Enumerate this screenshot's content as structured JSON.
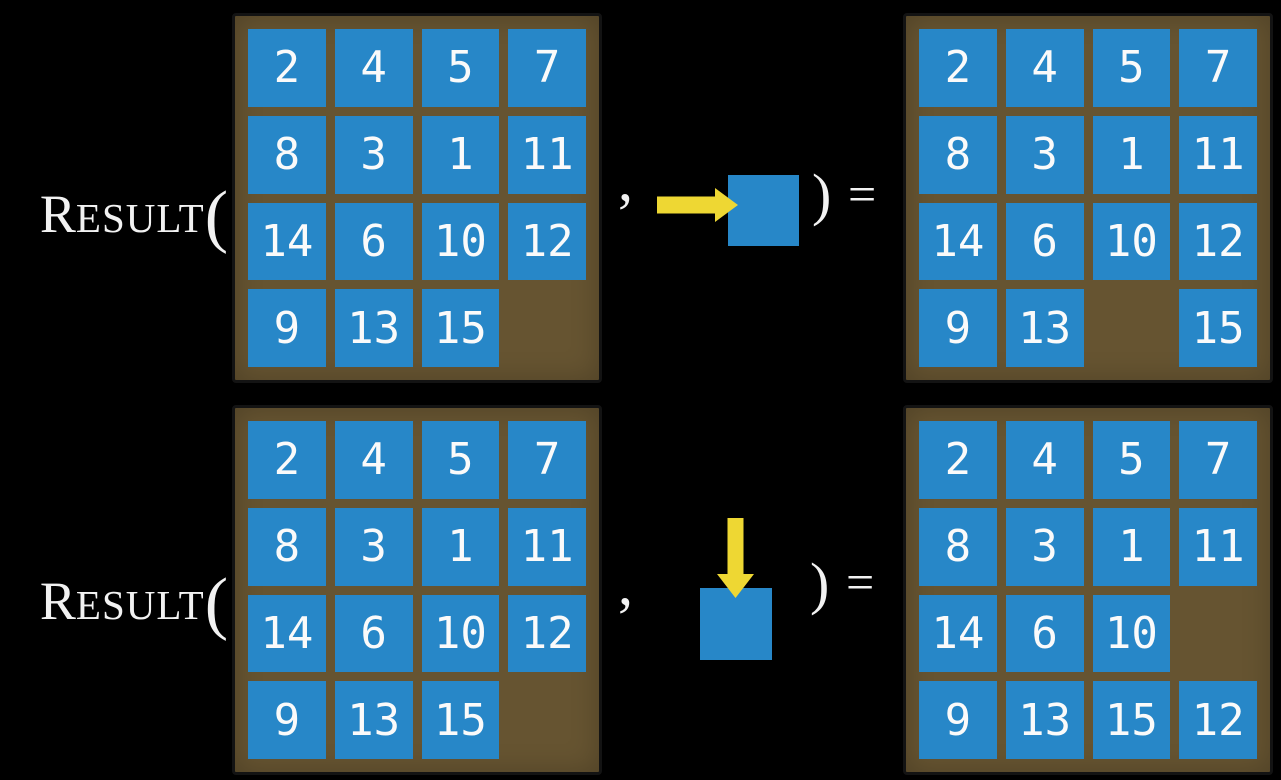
{
  "title_function": {
    "initial": "R",
    "rest": "ESULT",
    "open_paren": "(",
    "comma": ",",
    "close_paren": ")",
    "equals": "="
  },
  "colors": {
    "background": "#000000",
    "board_frame": "#665431",
    "tile_blue": "#2787C8",
    "tile_number": "#FAFAFA",
    "arrow_yellow": "#EED733",
    "label_text": "#F2F2F2"
  },
  "examples": [
    {
      "name": "slide-tile-right",
      "arrow_direction": "right",
      "input_board": [
        [
          "2",
          "4",
          "5",
          "7"
        ],
        [
          "8",
          "3",
          "1",
          "11"
        ],
        [
          "14",
          "6",
          "10",
          "12"
        ],
        [
          "9",
          "13",
          "15",
          ""
        ]
      ],
      "output_board": [
        [
          "2",
          "4",
          "5",
          "7"
        ],
        [
          "8",
          "3",
          "1",
          "11"
        ],
        [
          "14",
          "6",
          "10",
          "12"
        ],
        [
          "9",
          "13",
          "",
          "15"
        ]
      ]
    },
    {
      "name": "slide-tile-down",
      "arrow_direction": "down",
      "input_board": [
        [
          "2",
          "4",
          "5",
          "7"
        ],
        [
          "8",
          "3",
          "1",
          "11"
        ],
        [
          "14",
          "6",
          "10",
          "12"
        ],
        [
          "9",
          "13",
          "15",
          ""
        ]
      ],
      "output_board": [
        [
          "2",
          "4",
          "5",
          "7"
        ],
        [
          "8",
          "3",
          "1",
          "11"
        ],
        [
          "14",
          "6",
          "10",
          ""
        ],
        [
          "9",
          "13",
          "15",
          "12"
        ]
      ]
    }
  ]
}
